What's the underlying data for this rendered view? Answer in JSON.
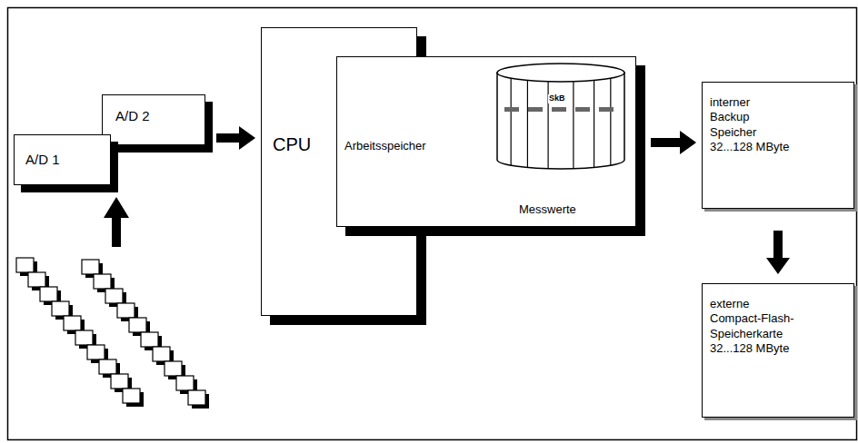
{
  "diagram": {
    "nodes": [
      {
        "text": [
          "A/D 1"
        ]
      },
      {
        "text": [
          "A/D 2"
        ]
      },
      {
        "text": [
          "CPU"
        ]
      },
      {
        "text": [
          "Arbeitsspeicher",
          "Messwerte"
        ]
      },
      {
        "text": [
          "interner Backup Speicher 32...128 MByte"
        ]
      },
      {
        "text": [
          "externe Compact-Flash-Speicherkarte 32...128 MByte"
        ]
      }
    ],
    "edges": [
      {
        "from": 1,
        "to": 2,
        "arrow": "to"
      },
      {
        "from": 3,
        "to": 4,
        "arrow": "to"
      },
      {
        "from": 4,
        "to": 5,
        "arrow": "to"
      }
    ],
    "labels": [
      "SkB"
    ]
  }
}
